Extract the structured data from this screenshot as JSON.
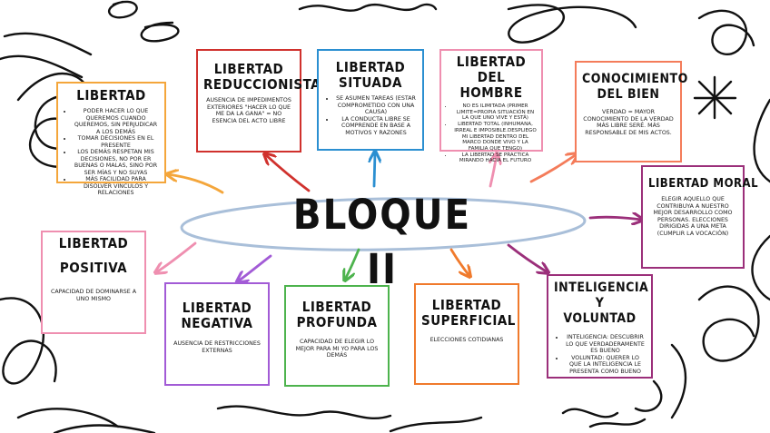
{
  "center": {
    "title": "BLOQUE II"
  },
  "nodes": {
    "libertad": {
      "title": "LIBERTAD",
      "items": [
        "PODER HACER LO QUE QUEREMOS CUANDO QUEREMOS, SIN PERJUDICAR A LOS DEMÁS",
        "TOMAR DECISIONES EN EL PRESENTE",
        "LOS DEMÁS RESPETAN MIS DECISIONES, NO POR ER BUENAS O MALAS, SINO POR SER MÍAS Y NO SUYAS",
        "MÁS FACILIDAD PARA DISOLVER VINCULOS Y RELACIONES"
      ],
      "color": "#f4a63b"
    },
    "reduccionista": {
      "title_1": "LIBERTAD",
      "title_2": "REDUCCIONISTA",
      "text": "AUSENCIA DE IMPEDIMENTOS EXTERIORES \"HACER LO QUE ME DA LA GANA\" = NO ESENCIA DEL ACTO LIBRE",
      "color": "#d0312d"
    },
    "situada": {
      "title_1": "LIBERTAD",
      "title_2": "SITUADA",
      "items": [
        "SE ASUMEN TAREAS (ESTAR COMPROMETIDO CON UNA CAUSA)",
        "LA CONDUCTA LIBRE SE COMPRENDE EN BASE A MOTIVOS Y RAZONES"
      ],
      "color": "#2b8fd1"
    },
    "hombre": {
      "title_1": "LIBERTAD DEL",
      "title_2": "HOMBRE",
      "items": [
        "NO ES ILIMITADA (PRIMER LIMITE=PROPIA SITUACIÓN EN LA QUE UNO VIVE Y ESTÁ)",
        "LIBERTAD TOTAL (INHUMANA, IRREAL E IMPOSIBLE.DESPLIEGO MI LIBERTAD DENTRO DEL MARCO DONDE VIVO Y LA FAMILIA QUE TENGO)",
        "LA LIBERTAD SE PRACTICA MIRANDO HACIA EL FUTURO"
      ],
      "color": "#ef8fb0"
    },
    "conocimiento": {
      "title_1": "CONOCIMIENTO",
      "title_2": "DEL BIEN",
      "text": "VERDAD = MAYOR CONOCIMIENTO DE LA VERDAD MÁS LIBRE SERÉ. MÁS RESPONSABLE DE MIS ACTOS.",
      "color": "#f47c5a"
    },
    "moral": {
      "title": "LIBERTAD MORAL",
      "text": "ELEGIR AQUELLO QUE CONTRIBUYA A NUESTRO MEJOR DESARROLLO COMO PERSONAS. ELECCIONES DIRIGIDAS A UNA META (CUMPLIR LA VOCACIÓN)",
      "color": "#9b2f7a"
    },
    "positiva": {
      "title_1": "LIBERTAD",
      "title_2": "POSITIVA",
      "text": "CAPACIDAD DE DOMINARSE A UNO MISMO",
      "color": "#ef8fb0"
    },
    "negativa": {
      "title_1": "LIBERTAD",
      "title_2": "NEGATIVA",
      "text": "AUSENCIA DE RESTRICCIONES EXTERNAS",
      "color": "#a25bd6"
    },
    "profunda": {
      "title_1": "LIBERTAD",
      "title_2": "PROFUNDA",
      "text": "CAPACIDAD DE ELEGIR LO MEJOR PARA MI YO PARA LOS DEMÁS",
      "color": "#4db34d"
    },
    "superficial": {
      "title_1": "LIBERTAD",
      "title_2": "SUPERFICIAL",
      "text": "ELECCIONES COTIDIANAS",
      "color": "#f07a2c"
    },
    "inteligencia": {
      "title_1": "INTELIGENCIA Y",
      "title_2": "VOLUNTAD",
      "items": [
        "INTELIGENCIA: DESCUBRIR LO QUE VERDADERAMENTE ES BUENO",
        "VOLUNTAD: QUERER LO QUE LA INTELIGENCIA LE PRESENTA COMO BUENO"
      ],
      "color": "#9b2f7a"
    }
  },
  "colors": {
    "ellipse": "#a9bfd9",
    "scribble": "#111111"
  }
}
